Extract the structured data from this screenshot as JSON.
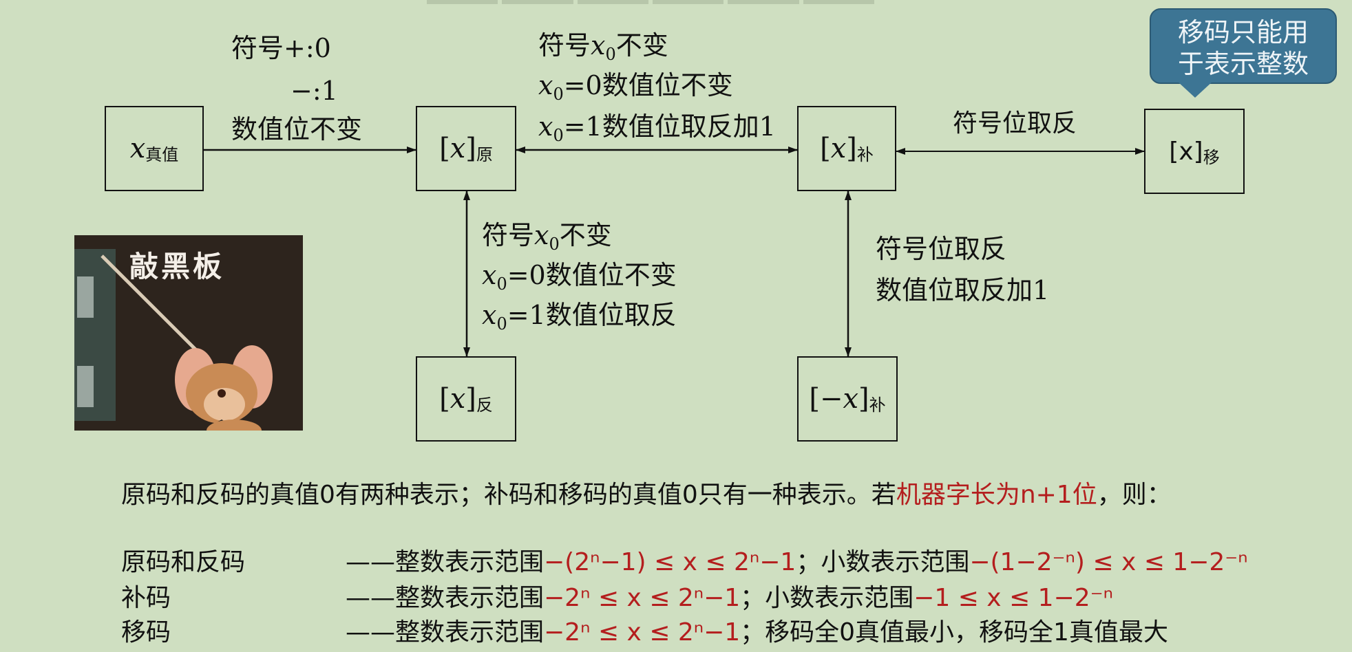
{
  "boxes": {
    "true_value": {
      "var": "x",
      "sub": "真值"
    },
    "sign_magnitude": {
      "var": "[x]",
      "sub": "原"
    },
    "twos_complement": {
      "var": "[x]",
      "sub": "补"
    },
    "excess": {
      "var": "[x]",
      "sub": "移"
    },
    "ones_complement": {
      "var": "[x]",
      "sub": "反"
    },
    "neg_complement": {
      "var": "[−x]",
      "sub": "补"
    }
  },
  "labels": {
    "truth_to_orig": {
      "line1": "符号+:0",
      "line2": "−:1",
      "line3": "数值位不变"
    },
    "orig_to_comp": {
      "l1_pre": "符号",
      "l1_post": "不变",
      "l2_post": "=0数值位不变",
      "l3_post": "=1数值位取反加1"
    },
    "orig_to_ones": {
      "l1_pre": "符号",
      "l1_post": "不变",
      "l2_post": "=0数值位不变",
      "l3_post": "=1数值位取反"
    },
    "comp_to_neg": {
      "line1": "符号位取反",
      "line2": "数值位取反加1"
    },
    "comp_to_excess": "符号位取反",
    "x0_var": "x",
    "x0_sub": "0"
  },
  "callout": {
    "line1": "移码只能用",
    "line2": "于表示整数"
  },
  "meme": {
    "title": "敲黑板"
  },
  "summary": {
    "pre": "原码和反码的真值0有两种表示；补码和移码的真值0只有一种表示。若",
    "highlight": "机器字长为n+1位",
    "post": "，则："
  },
  "ranges": [
    {
      "name": "原码和反码",
      "dash": "——整数表示范围",
      "r1": "−(2ⁿ−1) ≤ x ≤ 2ⁿ−1",
      "mid": "；小数表示范围",
      "r2": "−(1−2⁻ⁿ) ≤ x ≤ 1−2⁻ⁿ",
      "tail": ""
    },
    {
      "name": "补码",
      "dash": "——整数表示范围",
      "r1": "−2ⁿ ≤ x ≤ 2ⁿ−1",
      "mid": "；小数表示范围",
      "r2": "−1 ≤ x ≤ 1−2⁻ⁿ",
      "tail": ""
    },
    {
      "name": "移码",
      "dash": "——整数表示范围",
      "r1": "−2ⁿ ≤ x ≤ 2ⁿ−1",
      "mid": "；移码全0真值最小，移码全1真值最大",
      "r2": "",
      "tail": ""
    }
  ]
}
